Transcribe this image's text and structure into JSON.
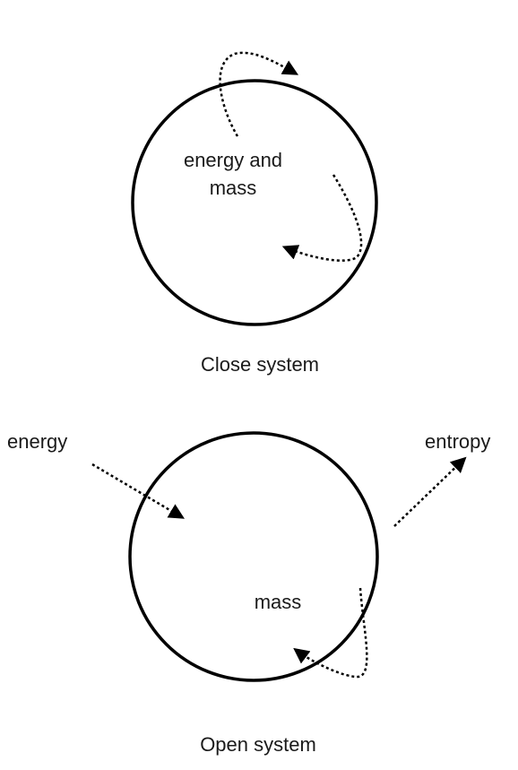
{
  "closed_system": {
    "inner_label_line1": "energy and",
    "inner_label_line2": "mass",
    "caption": "Close system"
  },
  "open_system": {
    "energy_label": "energy",
    "entropy_label": "entropy",
    "mass_label": "mass",
    "caption": "Open system"
  },
  "colors": {
    "stroke": "#000000",
    "text": "#1a1a1a"
  }
}
